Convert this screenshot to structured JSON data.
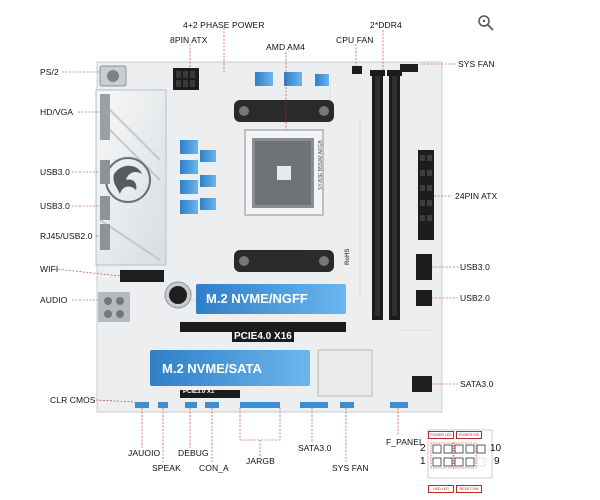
{
  "labels": {
    "phase_power": "4+2 PHASE POWER",
    "ddr4": "2*DDR4",
    "atx8": "8PIN ATX",
    "amd_am4": "AMD AM4",
    "cpu_fan": "CPU FAN",
    "sys_fan_top": "SYS FAN",
    "ps2": "PS/2",
    "hd_vga": "HD/VGA",
    "usb30_a": "USB3.0",
    "usb30_b": "USB3.0",
    "rj45": "RJ45/USB2.0",
    "wifi": "WIFI",
    "audio": "AUDIO",
    "atx24": "24PIN ATX",
    "usb30_right": "USB3.0",
    "usb20_right": "USB2.0",
    "sata30_right": "SATA3.0",
    "clr_cmos": "CLR CMOS",
    "jaudio": "JAUOIO",
    "speak": "SPEAK",
    "debug": "DEBUG",
    "con_a": "CON_A",
    "jargb": "JARGB",
    "sata30_bottom": "SATA3.0",
    "sys_fan_bottom": "SYS FAN",
    "f_panel": "F_PANEL"
  },
  "board": {
    "m2_top": "M.2 NVME/NGFF",
    "pcie16": "PCIE4.0 X16",
    "m2_bottom": "M.2 NVME/SATA",
    "pcie1": "PCIE3.0 X1",
    "model_text": "SY-B3E B550M ARGB",
    "rohs": "RoHS"
  },
  "fpanel": {
    "pin_left_top": "2",
    "pin_left_bottom": "1",
    "pin_right_top": "10",
    "pin_right_bottom": "9",
    "tag_power_led": "POWER LED",
    "tag_power_sw": "POWER SW",
    "tag_hdd_led": "HDD LED",
    "tag_reset_sw": "RESET SW"
  },
  "colors": {
    "board": "#eef0f2",
    "accent_blue": "#3d8fd6",
    "slot_black": "#1b1b1b",
    "callout_line": "#c0262a"
  },
  "icons": [
    "search-lens-icon",
    "dragon-logo-icon"
  ]
}
